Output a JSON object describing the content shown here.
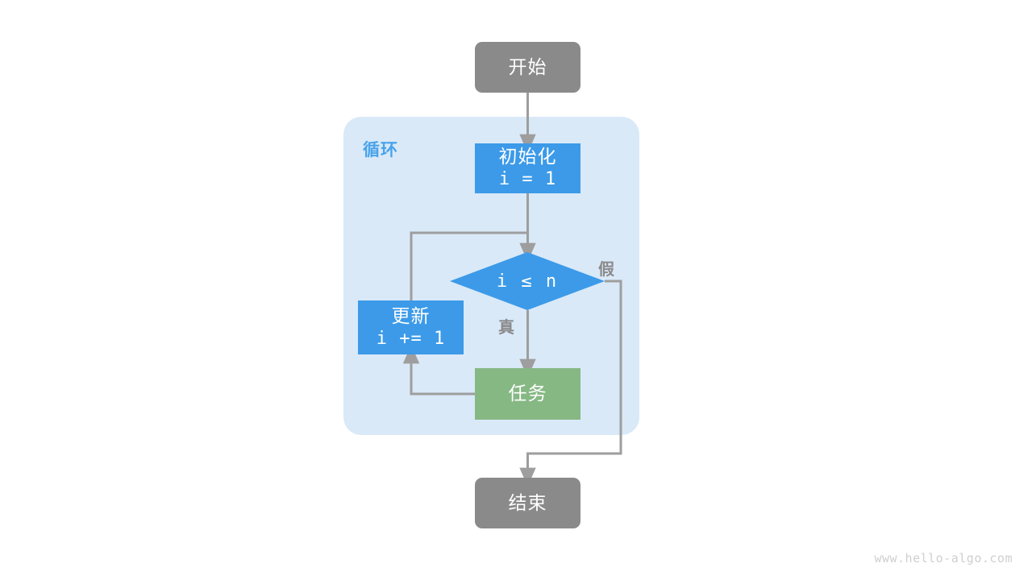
{
  "diagram": {
    "title": "for-loop-flowchart",
    "background": "#ffffff",
    "colors": {
      "terminator": "#8a8a8a",
      "process": "#3c9ae8",
      "task": "#86b884",
      "panel": "#d9e9f8",
      "panel_label": "#4aa3ea",
      "edge": "#9e9e9e",
      "node_text": "#ffffff",
      "branch_label": "#8a8a8a",
      "watermark": "#cfcfcf"
    }
  },
  "nodes": {
    "start": {
      "label": "开始",
      "type": "terminator"
    },
    "init": {
      "label": "初始化",
      "code": "i = 1",
      "type": "process"
    },
    "decision": {
      "label": "i ≤ n",
      "type": "decision"
    },
    "update": {
      "label": "更新",
      "code": "i += 1",
      "type": "process"
    },
    "task": {
      "label": "任务",
      "type": "task"
    },
    "end": {
      "label": "结束",
      "type": "terminator"
    }
  },
  "loop_panel": {
    "label": "循环"
  },
  "branch_labels": {
    "true": "真",
    "false": "假"
  },
  "watermark": {
    "text": "www.hello-algo.com"
  }
}
